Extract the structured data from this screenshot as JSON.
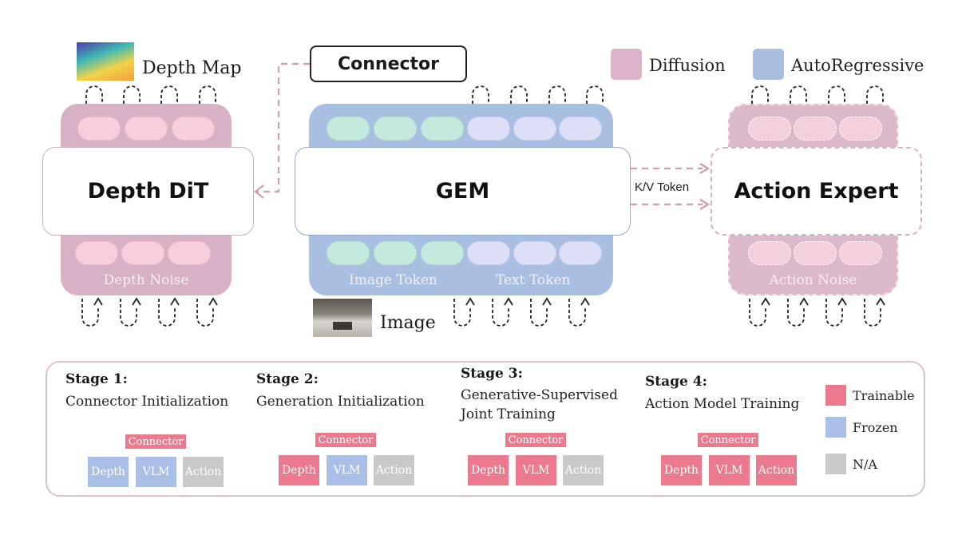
{
  "top_legend": {
    "diffusion": {
      "label": "Diffusion",
      "color": "#dcb3c8"
    },
    "autoregressive": {
      "label": "AutoRegressive",
      "color": "#a9bfe2"
    }
  },
  "connector_label": "Connector",
  "depth_map_label": "Depth Map",
  "image_label": "Image",
  "kv_token_label": "K/V Token",
  "modules": {
    "depth_dit": {
      "title": "Depth DiT",
      "panel_label": "Depth Noise"
    },
    "gem": {
      "title": "GEM",
      "image_token_label": "Image Token",
      "text_token_label": "Text Token"
    },
    "action_expert": {
      "title": "Action Expert",
      "panel_label": "Action Noise"
    }
  },
  "stages": [
    {
      "title": "Stage 1:",
      "desc_line1": "Connector Initialization",
      "desc_line2": "",
      "connector": "Connector",
      "connector_state": "trainable",
      "blocks": [
        {
          "label": "Depth",
          "state": "frozen"
        },
        {
          "label": "VLM",
          "state": "frozen"
        },
        {
          "label": "Action",
          "state": "na"
        }
      ]
    },
    {
      "title": "Stage 2:",
      "desc_line1": "Generation Initialization",
      "desc_line2": "",
      "connector": "Connector",
      "connector_state": "trainable",
      "blocks": [
        {
          "label": "Depth",
          "state": "trainable"
        },
        {
          "label": "VLM",
          "state": "frozen"
        },
        {
          "label": "Action",
          "state": "na"
        }
      ]
    },
    {
      "title": "Stage 3:",
      "desc_line1": "Generative-Supervised",
      "desc_line2": "Joint Training",
      "connector": "Connector",
      "connector_state": "trainable",
      "blocks": [
        {
          "label": "Depth",
          "state": "trainable"
        },
        {
          "label": "VLM",
          "state": "trainable"
        },
        {
          "label": "Action",
          "state": "na"
        }
      ]
    },
    {
      "title": "Stage 4:",
      "desc_line1": "Action Model Training",
      "desc_line2": "",
      "connector": "Connector",
      "connector_state": "trainable",
      "blocks": [
        {
          "label": "Depth",
          "state": "trainable"
        },
        {
          "label": "VLM",
          "state": "trainable"
        },
        {
          "label": "Action",
          "state": "trainable"
        }
      ]
    }
  ],
  "stage_legend": {
    "trainable": {
      "label": "Trainable",
      "color": "#ec7a8e"
    },
    "frozen": {
      "label": "Frozen",
      "color": "#a9bfe8"
    },
    "na": {
      "label": "N/A",
      "color": "#c9c9c9"
    }
  }
}
